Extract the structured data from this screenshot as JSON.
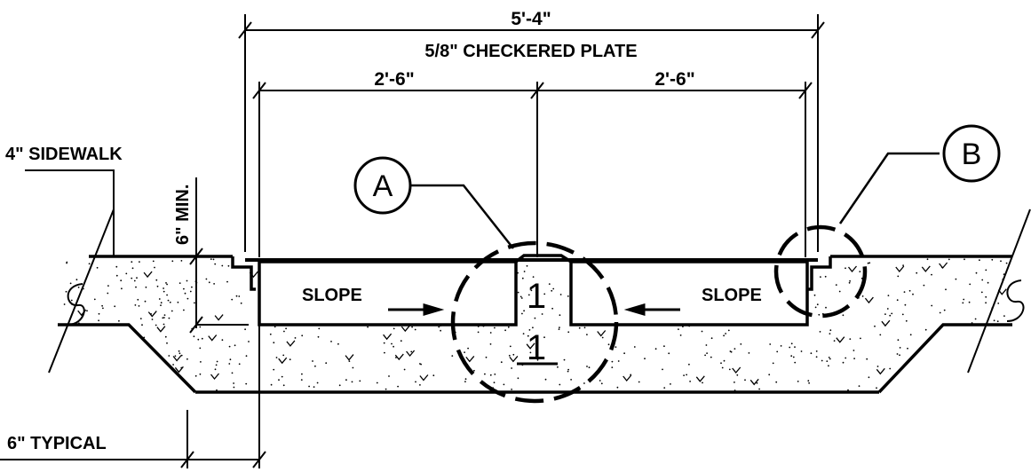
{
  "dimensions": {
    "overall": "5'-4\"",
    "plate": "5/8\" CHECKERED PLATE",
    "left_half": "2'-6\"",
    "right_half": "2'-6\"",
    "min_depth": "6\" MIN.",
    "typical": "6\" TYPICAL"
  },
  "labels": {
    "sidewalk": "4\" SIDEWALK",
    "slope_left": "SLOPE",
    "slope_right": "SLOPE"
  },
  "callouts": {
    "a": "A",
    "b": "B"
  },
  "section": {
    "number": "1",
    "sheet": "1"
  },
  "colors": {
    "line": "#000000",
    "background": "#ffffff"
  }
}
